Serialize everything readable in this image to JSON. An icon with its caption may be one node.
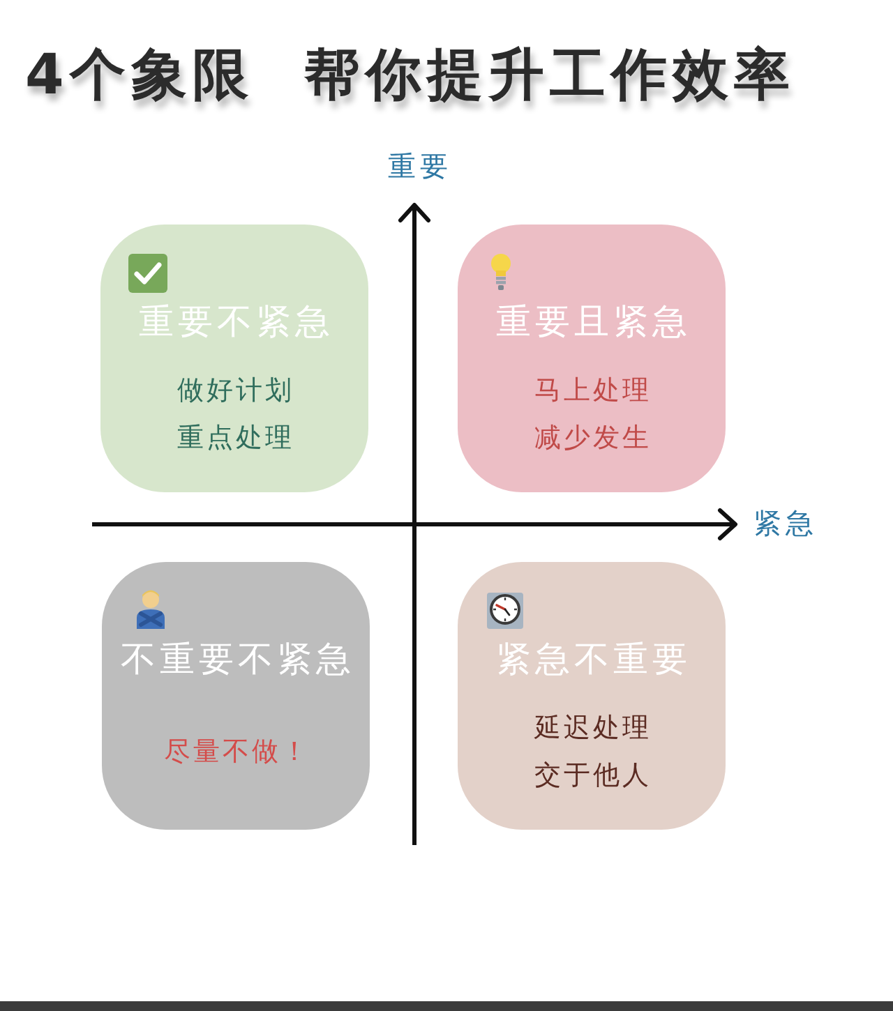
{
  "diagram": {
    "title": "4个象限 帮你提升工作效率",
    "nodes": [
      {
        "text": [
          "重要不紧急",
          "做好计划",
          "重点处理"
        ]
      },
      {
        "text": [
          "重要且紧急",
          "马上处理",
          "减少发生"
        ]
      },
      {
        "text": [
          "不重要不紧急",
          "尽量不做！"
        ]
      },
      {
        "text": [
          "紧急不重要",
          "延迟处理",
          "交于他人"
        ]
      }
    ],
    "labels": [
      "重要",
      "紧急"
    ]
  }
}
